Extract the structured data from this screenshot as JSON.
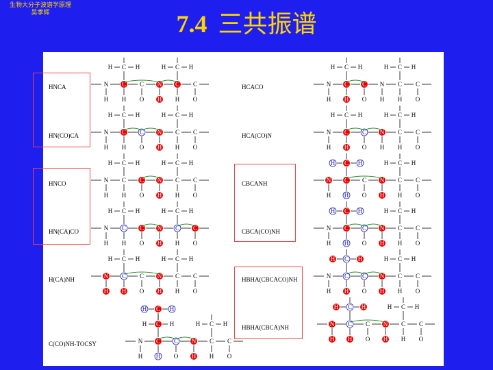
{
  "header": {
    "credit_line1": "生物大分子波谱学原理",
    "credit_line2": "吴季辉",
    "title_num": "7.4",
    "title_cn": "三共振谱"
  },
  "colors": {
    "background": "#1e1eef",
    "title": "#ffd400",
    "panel": "#ffffff",
    "highlight_fill": "#e60000",
    "atom_blue": "#1a1ab4",
    "box": "#e44444"
  },
  "atoms": {
    "N": "N",
    "C": "C",
    "H": "H",
    "O": "O"
  },
  "experiments": [
    {
      "name": "HNCA"
    },
    {
      "name": "HN(CO)CA"
    },
    {
      "name": "HNCO"
    },
    {
      "name": "HN(CA)CO"
    },
    {
      "name": "H(CA)NH"
    },
    {
      "name": "C(CO)NH-TOCSY"
    },
    {
      "name": "HCACO"
    },
    {
      "name": "HCA(CO)N"
    },
    {
      "name": "CBCANH"
    },
    {
      "name": "CBCA(CO)NH"
    },
    {
      "name": "HBHA(CBCACO)NH"
    },
    {
      "name": "HBHA(CBCA)NH"
    }
  ]
}
